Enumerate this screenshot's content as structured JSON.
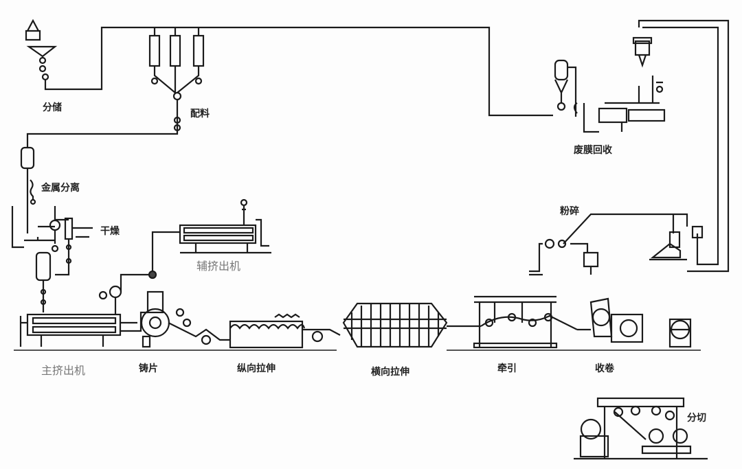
{
  "title": "BOPP film production process",
  "labels": {
    "storage": "分储",
    "batching": "配料",
    "metal_separation": "金属分离",
    "drying": "干燥",
    "aux_extruder": "辅挤出机",
    "main_extruder": "主挤出机",
    "casting": "铸片",
    "md_stretch": "纵向拉伸",
    "td_stretch": "横向拉伸",
    "traction": "牵引",
    "winding": "收卷",
    "slitting": "分切",
    "crushing": "粉碎",
    "waste_recycling": "废膜回收"
  },
  "colors": {
    "line": "#1a1a1a",
    "background": "#fdfdfd"
  }
}
